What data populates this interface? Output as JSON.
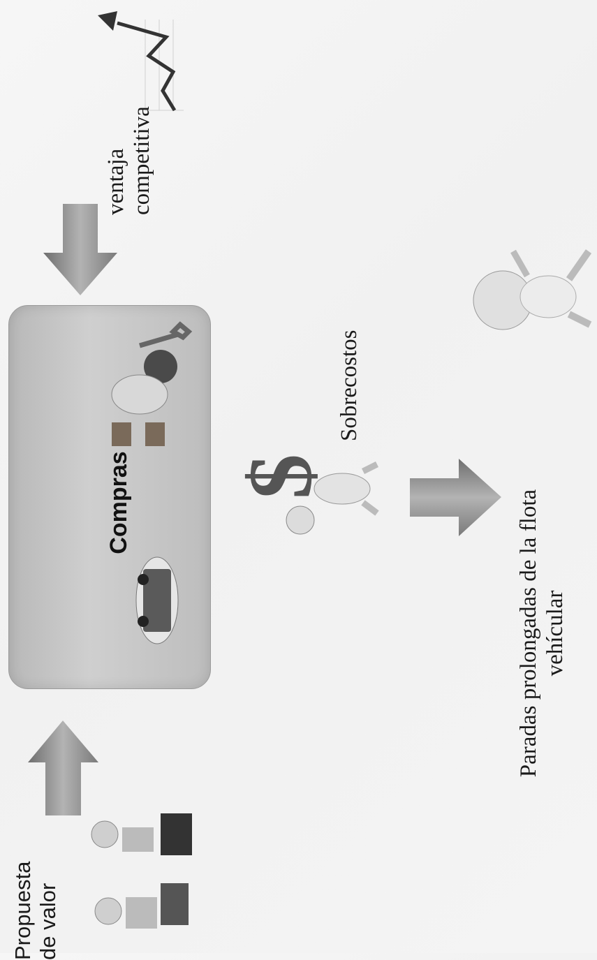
{
  "box": {
    "label": "Compras"
  },
  "labels": {
    "propuesta_line1": "Propuesta",
    "propuesta_line2": "de valor",
    "ventaja_line1": "ventaja",
    "ventaja_line2": "competitiva",
    "sobrecostos": "Sobrecostos",
    "paradas_line1": "Paradas prolongadas de la flota",
    "paradas_line2": "vehícular"
  },
  "icons": {
    "competitive_chart": "trend-up-chart-icon",
    "mechanic": "mechanic-with-wrench-icon",
    "truck": "truck-icon",
    "team": "people-at-desks-icon",
    "dollar": "person-with-dollar-icon",
    "stressed": "stressed-person-icon"
  },
  "colors": {
    "box_fill": "#c4c4c4",
    "arrow": "#8c8c8c",
    "text": "#1a1a1a"
  }
}
